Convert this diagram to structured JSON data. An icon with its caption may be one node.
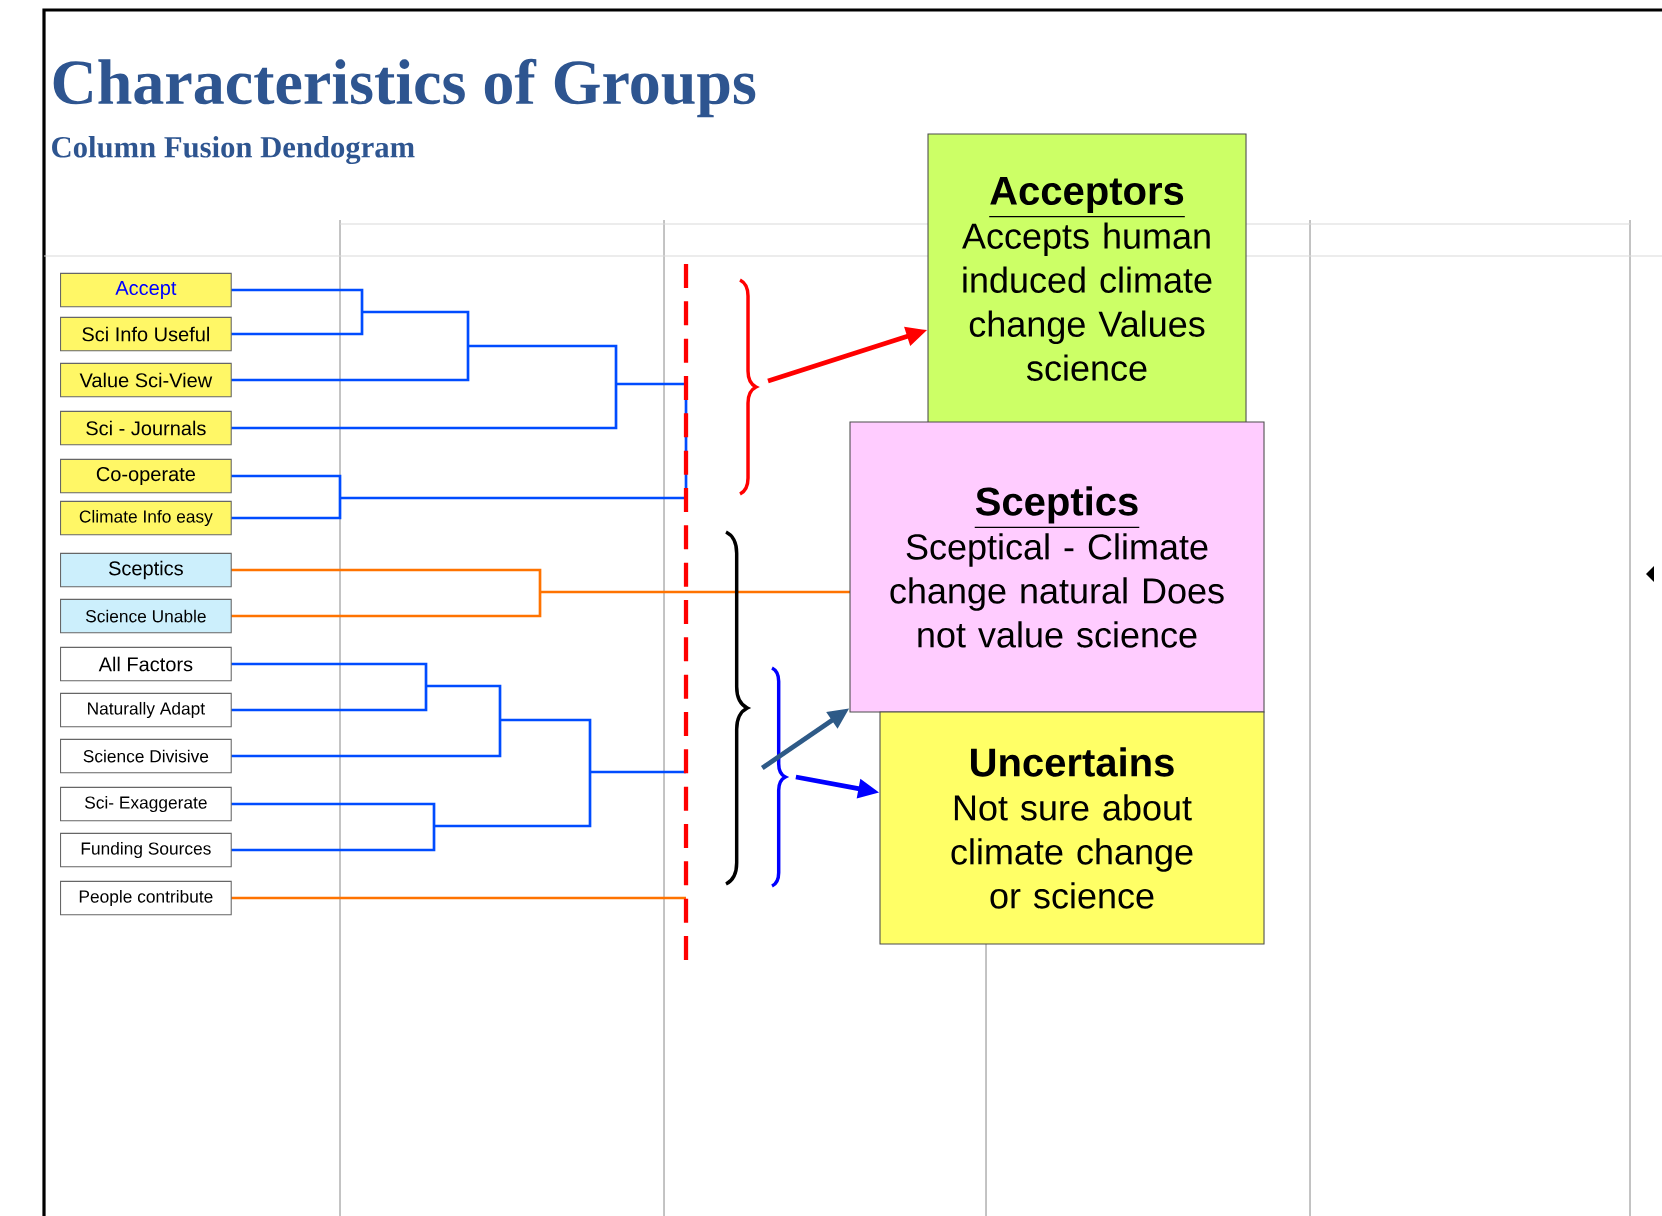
{
  "diagram": {
    "title": "Characteristics of Groups",
    "nodes": [
      {
        "text": [
          "Accept"
        ]
      },
      {
        "text": [
          "Sci Info Useful"
        ]
      },
      {
        "text": [
          "Value Sci-View"
        ]
      },
      {
        "text": [
          "Sci - Journals"
        ]
      },
      {
        "text": [
          "Co-operate"
        ]
      },
      {
        "text": [
          "Climate Info easy"
        ]
      },
      {
        "text": [
          "Sceptics"
        ]
      },
      {
        "text": [
          "Science Unable"
        ]
      },
      {
        "text": [
          "All Factors"
        ]
      },
      {
        "text": [
          "Naturally Adapt"
        ]
      },
      {
        "text": [
          "Science Divisive"
        ]
      },
      {
        "text": [
          "Sci-  Exaggerate"
        ]
      },
      {
        "text": [
          "Funding Sources"
        ]
      },
      {
        "text": [
          "People contribute"
        ]
      },
      {
        "text": [
          "Acceptors",
          "Accepts human induced climate change Values science"
        ]
      },
      {
        "text": [
          "Sceptics",
          "Sceptical - Climate change natural Does not value science"
        ]
      },
      {
        "text": [
          "Uncertains",
          "Not sure about climate change or science"
        ]
      },
      {
        "text": [],
        "shape": "brace"
      },
      {
        "text": [],
        "shape": "brace"
      },
      {
        "text": [],
        "shape": "brace"
      }
    ],
    "edges": [
      {
        "from": 17,
        "to": 14,
        "arrow": "to",
        "color": "#ff0000"
      },
      {
        "from": 18,
        "to": 15,
        "arrow": "to",
        "color": "#2e5a87"
      },
      {
        "from": 19,
        "to": 16,
        "arrow": "to",
        "color": "#0000ff"
      }
    ],
    "labels": [
      "Column Fusion Dendogram"
    ]
  }
}
